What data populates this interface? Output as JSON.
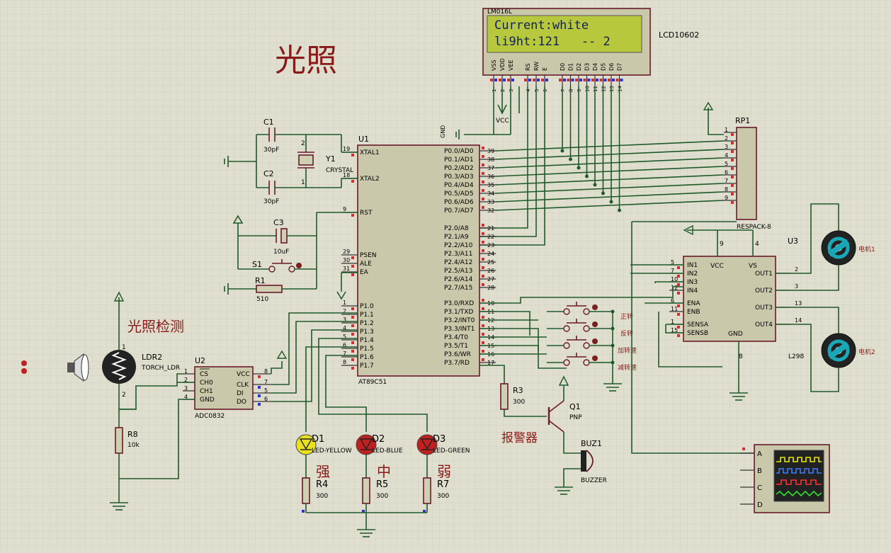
{
  "title": "光照",
  "labels": {
    "light_detect": "光照检测",
    "alarm": "报警器",
    "strong": "强",
    "mid": "中",
    "weak": "弱",
    "forward": "正转",
    "reverse": "反转",
    "speed_up": "加转速",
    "speed_down": "减转速",
    "motor1": "电机1",
    "motor2": "电机2"
  },
  "lcd": {
    "model": "LM016L",
    "ref": "LCD10602",
    "line1": "Current:white",
    "line2": "li9ht:121   -- 2",
    "pins": [
      "VSS",
      "VDD",
      "VEE",
      "RS",
      "RW",
      "E",
      "D0",
      "D1",
      "D2",
      "D3",
      "D4",
      "D5",
      "D6",
      "D7"
    ],
    "pin_nums": [
      "1",
      "2",
      "3",
      "4",
      "5",
      "6",
      "7",
      "8",
      "9",
      "10",
      "11",
      "12",
      "13",
      "14"
    ]
  },
  "u1": {
    "ref": "U1",
    "part": "AT89C51",
    "left_pins": [
      {
        "num": "19",
        "name": "XTAL1"
      },
      {
        "num": "18",
        "name": "XTAL2"
      },
      {
        "num": "9",
        "name": "RST"
      },
      {
        "num": "29",
        "name": "PSEN"
      },
      {
        "num": "30",
        "name": "ALE"
      },
      {
        "num": "31",
        "name": "EA"
      },
      {
        "num": "1",
        "name": "P1.0"
      },
      {
        "num": "2",
        "name": "P1.1"
      },
      {
        "num": "3",
        "name": "P1.2"
      },
      {
        "num": "4",
        "name": "P1.3"
      },
      {
        "num": "5",
        "name": "P1.4"
      },
      {
        "num": "6",
        "name": "P1.5"
      },
      {
        "num": "7",
        "name": "P1.6"
      },
      {
        "num": "8",
        "name": "P1.7"
      }
    ],
    "right_pins": [
      {
        "num": "39",
        "name": "P0.0/AD0"
      },
      {
        "num": "38",
        "name": "P0.1/AD1"
      },
      {
        "num": "37",
        "name": "P0.2/AD2"
      },
      {
        "num": "36",
        "name": "P0.3/AD3"
      },
      {
        "num": "35",
        "name": "P0.4/AD4"
      },
      {
        "num": "34",
        "name": "P0.5/AD5"
      },
      {
        "num": "33",
        "name": "P0.6/AD6"
      },
      {
        "num": "32",
        "name": "P0.7/AD7"
      },
      {
        "num": "21",
        "name": "P2.0/A8"
      },
      {
        "num": "22",
        "name": "P2.1/A9"
      },
      {
        "num": "23",
        "name": "P2.2/A10"
      },
      {
        "num": "24",
        "name": "P2.3/A11"
      },
      {
        "num": "25",
        "name": "P2.4/A12"
      },
      {
        "num": "26",
        "name": "P2.5/A13"
      },
      {
        "num": "27",
        "name": "P2.6/A14"
      },
      {
        "num": "28",
        "name": "P2.7/A15"
      },
      {
        "num": "10",
        "name": "P3.0/RXD"
      },
      {
        "num": "11",
        "name": "P3.1/TXD"
      },
      {
        "num": "12",
        "name": "P3.2/INT0"
      },
      {
        "num": "13",
        "name": "P3.3/INT1"
      },
      {
        "num": "14",
        "name": "P3.4/T0"
      },
      {
        "num": "15",
        "name": "P3.5/T1"
      },
      {
        "num": "16",
        "name": "P3.6/WR"
      },
      {
        "num": "17",
        "name": "P3.7/RD"
      }
    ]
  },
  "u2": {
    "ref": "U2",
    "part": "ADC0832",
    "left_pins": [
      {
        "num": "1",
        "name": "CS"
      },
      {
        "num": "2",
        "name": "CH0"
      },
      {
        "num": "3",
        "name": "CH1"
      },
      {
        "num": "4",
        "name": "GND"
      }
    ],
    "right_pins": [
      {
        "num": "8",
        "name": "VCC"
      },
      {
        "num": "7",
        "name": "CLK"
      },
      {
        "num": "5",
        "name": "DI"
      },
      {
        "num": "6",
        "name": "DO"
      }
    ]
  },
  "u3": {
    "ref": "U3",
    "part": "L298",
    "left_pins": [
      {
        "num": "5",
        "name": "IN1"
      },
      {
        "num": "7",
        "name": "IN2"
      },
      {
        "num": "10",
        "name": "IN3"
      },
      {
        "num": "12",
        "name": "IN4"
      },
      {
        "num": "6",
        "name": "ENA"
      },
      {
        "num": "11",
        "name": "ENB"
      },
      {
        "num": "1",
        "name": "SENSA"
      },
      {
        "num": "15",
        "name": "SENSB"
      }
    ],
    "right_pins": [
      {
        "num": "2",
        "name": "OUT1"
      },
      {
        "num": "3",
        "name": "OUT2"
      },
      {
        "num": "13",
        "name": "OUT3"
      },
      {
        "num": "14",
        "name": "OUT4"
      }
    ],
    "top": {
      "vcc": "VCC",
      "vs": "VS",
      "n9": "9",
      "n4": "4"
    },
    "gnd": {
      "name": "GND",
      "num": "8"
    }
  },
  "rp1": {
    "ref": "RP1",
    "part": "RESPACK-8",
    "pins": [
      "1",
      "2",
      "3",
      "4",
      "5",
      "6",
      "7",
      "8",
      "9"
    ]
  },
  "components": {
    "c1": {
      "ref": "C1",
      "value": "30pF"
    },
    "c2": {
      "ref": "C2",
      "value": "30pF"
    },
    "c3": {
      "ref": "C3",
      "value": "10uF"
    },
    "y1": {
      "ref": "Y1",
      "value": "CRYSTAL",
      "p1": "1",
      "p2": "2"
    },
    "r1": {
      "ref": "R1",
      "value": "510"
    },
    "s1": {
      "ref": "S1"
    },
    "ldr2": {
      "ref": "LDR2",
      "value": "TORCH_LDR",
      "p1": "1",
      "p2": "2"
    },
    "r8": {
      "ref": "R8",
      "value": "10k"
    },
    "d1": {
      "ref": "D1",
      "value": "LED-YELLOW"
    },
    "d2": {
      "ref": "D2",
      "value": "LED-BLUE"
    },
    "d3": {
      "ref": "D3",
      "value": "LED-GREEN"
    },
    "r4": {
      "ref": "R4",
      "value": "300"
    },
    "r5": {
      "ref": "R5",
      "value": "300"
    },
    "r7": {
      "ref": "R7",
      "value": "300"
    },
    "r3": {
      "ref": "R3",
      "value": "300"
    },
    "q1": {
      "ref": "Q1",
      "value": "PNP"
    },
    "buz1": {
      "ref": "BUZ1",
      "value": "BUZZER"
    }
  },
  "nets": {
    "vcc": "VCC",
    "gnd": "GND"
  },
  "scope": {
    "channels": [
      "A",
      "B",
      "C",
      "D"
    ]
  },
  "colors": {
    "wire": "#1e5a2a",
    "part": "#6a1a2a",
    "lcd_bg": "#b8c83c",
    "grid": "#cdccb8"
  }
}
